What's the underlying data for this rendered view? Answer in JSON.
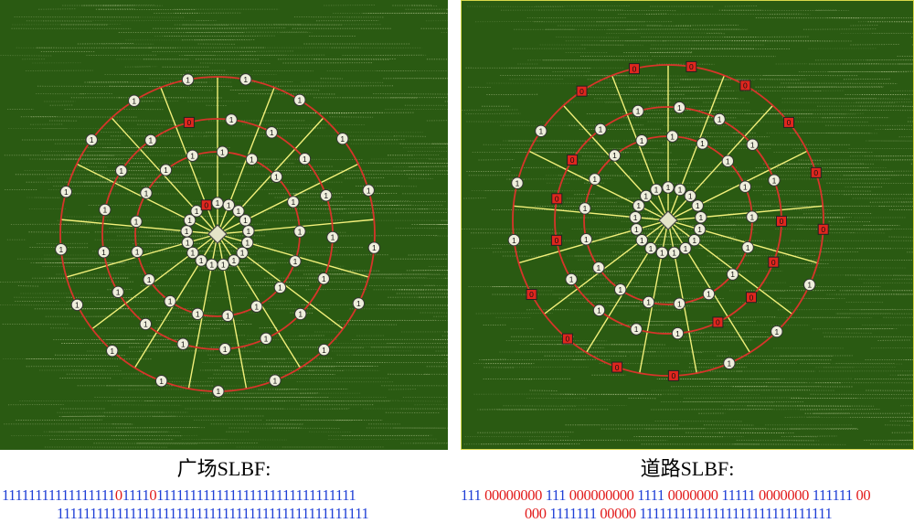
{
  "colors": {
    "panel_bg": "#2a5a12",
    "ray": "#f2f07a",
    "ring": "#d6352a",
    "node_one_fill": "#eeeedc",
    "node_zero_fill": "#e0261e",
    "bit_one": "#1f3fd6",
    "bit_zero": "#e21b1b"
  },
  "panels": {
    "left": {
      "title": "广场SLBF:",
      "bit_lines": [
        "11111111111111111011110111111111111111111111111111111",
        "11111111111111111111111111111111111111111111111"
      ],
      "rings": [
        {
          "bits": "11111111111111110"
        },
        {
          "bits": "11111111111111111"
        },
        {
          "bits": "11111111111111110"
        },
        {
          "bits": "11111111111111111"
        }
      ]
    },
    "right": {
      "title": "道路SLBF:",
      "bit_lines": [
        "111 00000000 111 000000000 1111 0000000 11111 0000000 111111 00",
        "000 1111111 00000 11111111111111111111111111111"
      ],
      "rings": [
        {
          "bits": "11111111111111111"
        },
        {
          "bits": "11111111111111111"
        },
        {
          "bits": "11110000111100011"
        },
        {
          "bits": "00000111000011100"
        }
      ]
    }
  },
  "node_labels": {
    "one": "1",
    "zero": "0"
  }
}
